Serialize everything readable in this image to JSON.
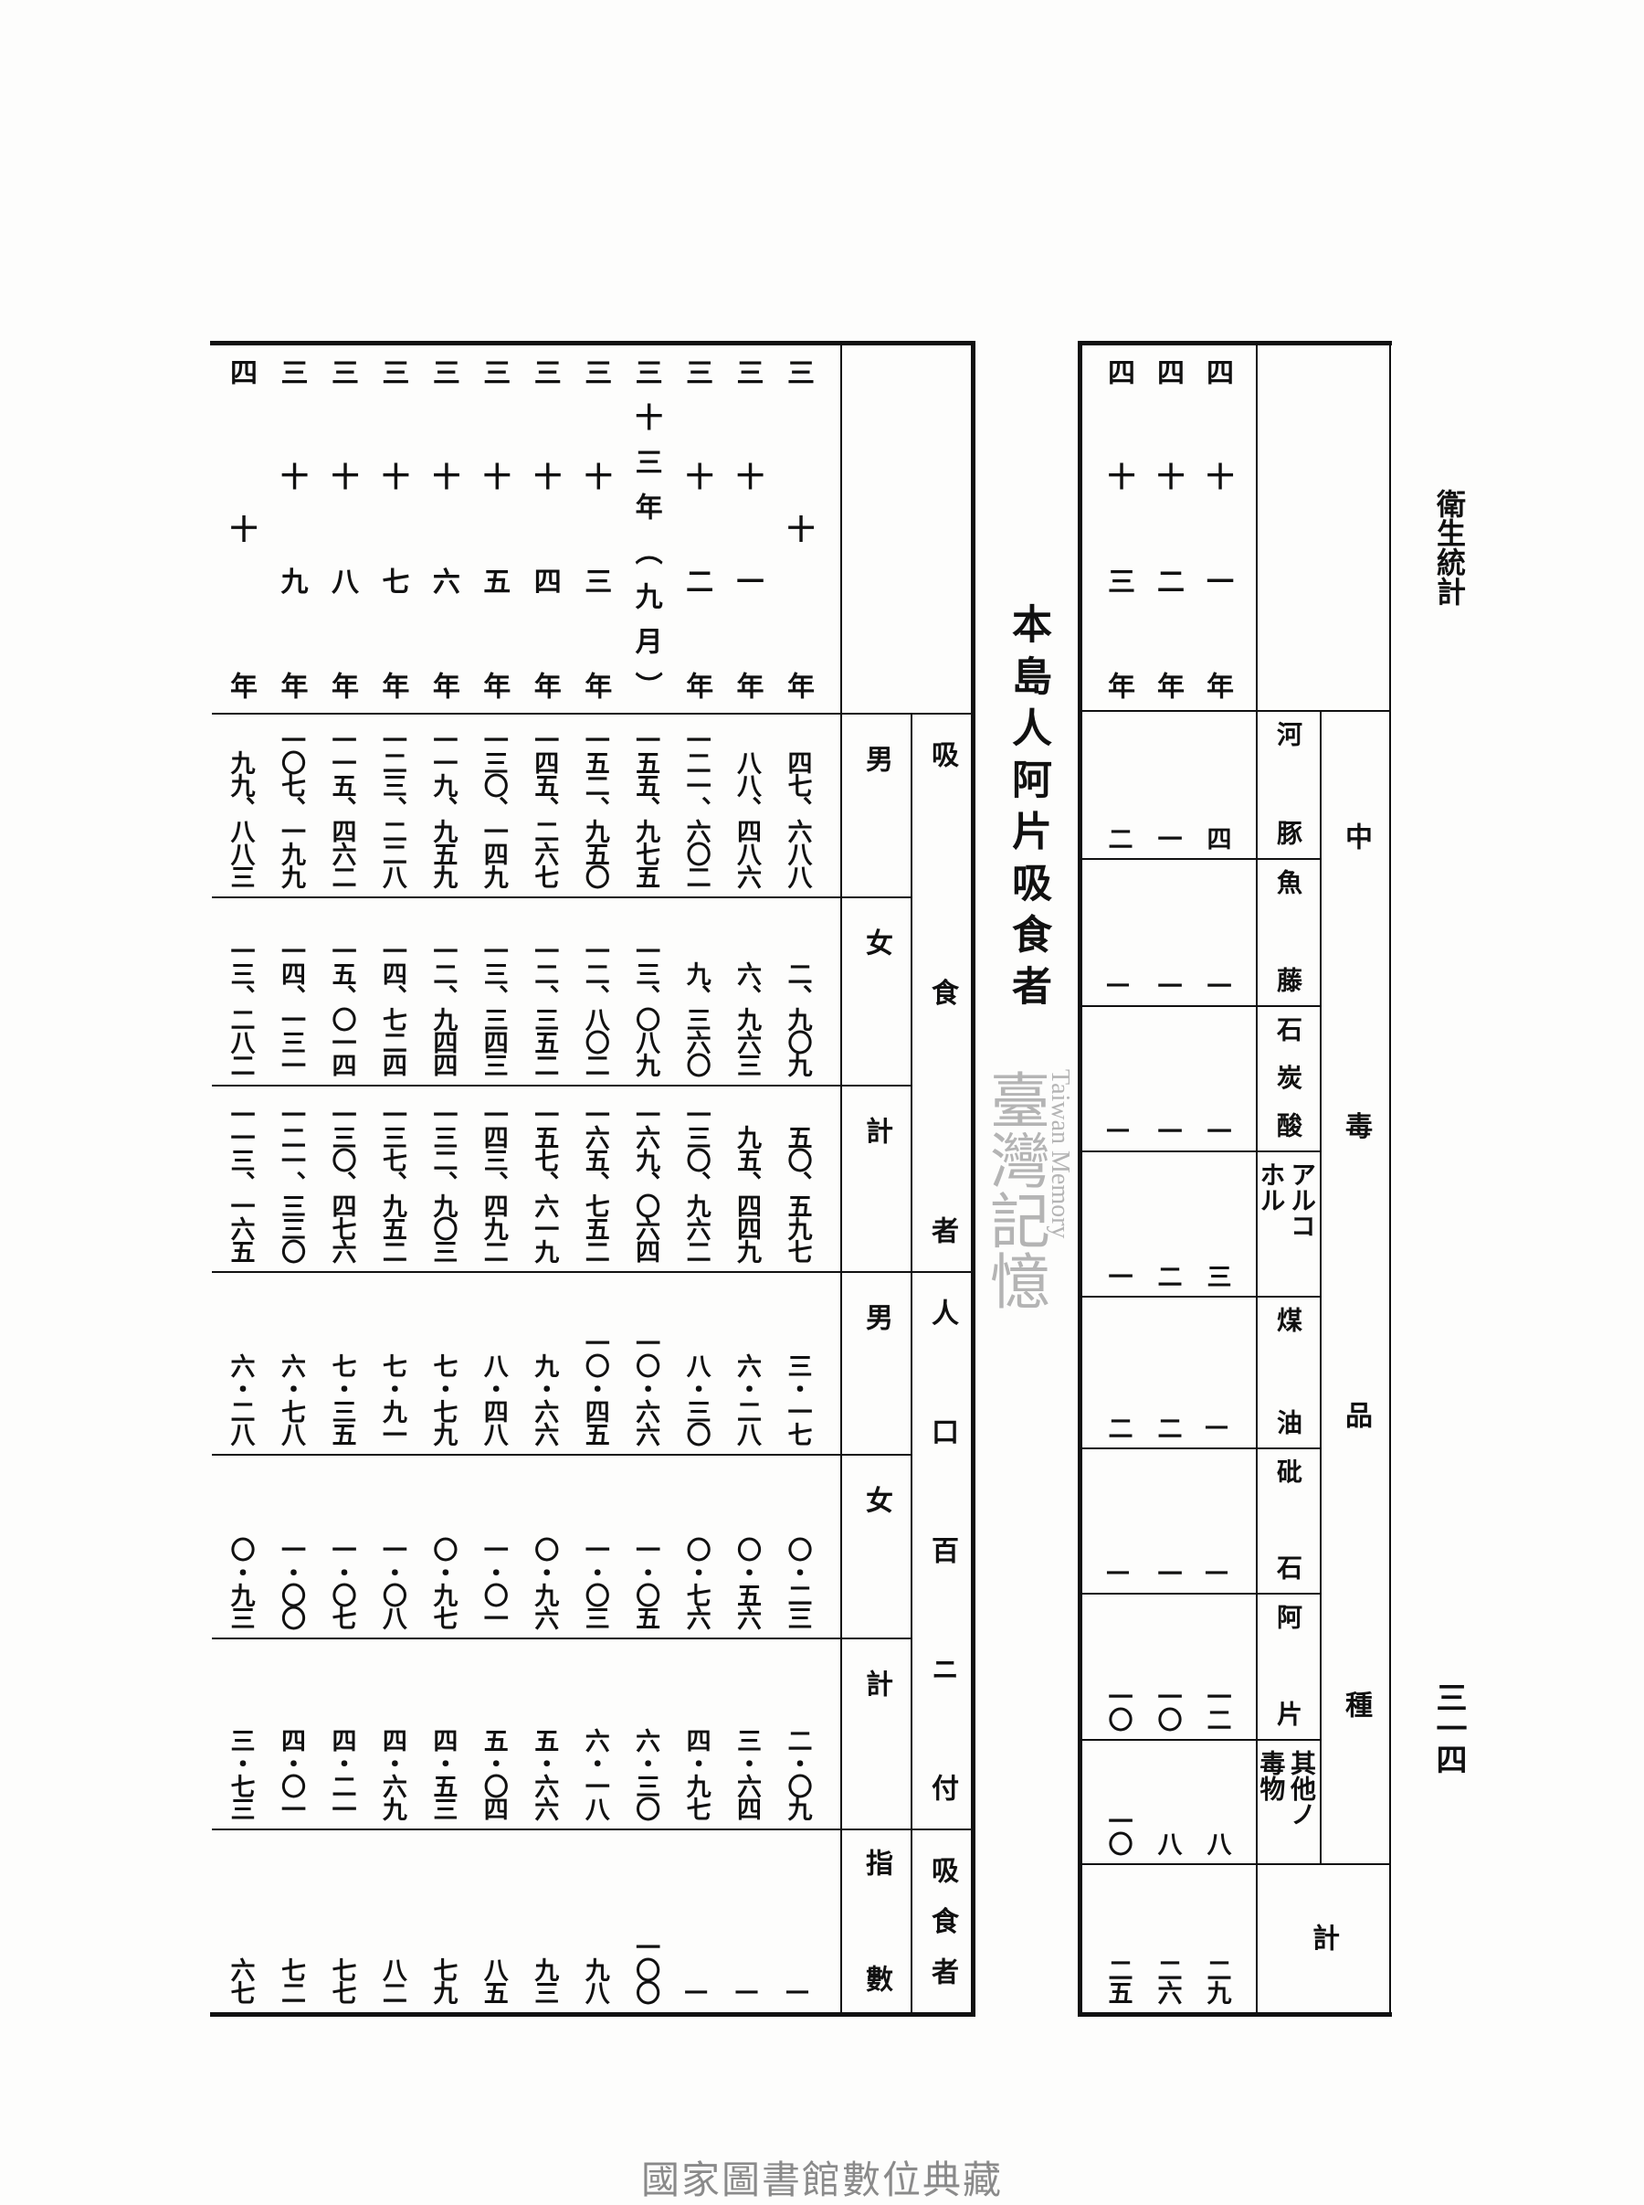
{
  "running_head": "衛生統計",
  "page_number": "三一四",
  "opium_table": {
    "title": "本島人阿片吸食者",
    "years": [
      "三十年",
      "三十一年",
      "三十二年",
      "三十三年（九月）",
      "三十三年",
      "三十四年",
      "三十五年",
      "三十六年",
      "三十七年",
      "三十八年",
      "三十九年",
      "四十年"
    ],
    "groups": [
      {
        "label": "吸食者",
        "rows": [
          {
            "label": "男",
            "values": [
              "四七、六八八",
              "八八、四八六",
              "一二一、六〇二",
              "一五五、九七五",
              "一五二、九五〇",
              "一四五、二六七",
              "一三〇、一四九",
              "一一九、九五九",
              "一二三、二二八",
              "一一五、四六二",
              "一〇七、一九九",
              "九九、八八三"
            ]
          },
          {
            "label": "女",
            "values": [
              "二、九〇九",
              "六、九六三",
              "九、三六〇",
              "一三、〇八九",
              "一二、八〇二",
              "一二、三五二",
              "一三、三四三",
              "一二、九四四",
              "一四、七二四",
              "一五、〇一四",
              "一四、一三一",
              "一三、二八二"
            ]
          },
          {
            "label": "計",
            "values": [
              "五〇、五九七",
              "九五、四四九",
              "一三〇、九六二",
              "一六九、〇六四",
              "一六五、七五二",
              "一五七、六一九",
              "一四三、四九二",
              "一三二、九〇三",
              "一三七、九五二",
              "一三〇、四七六",
              "一二一、三三〇",
              "一一三、一六五"
            ]
          }
        ]
      },
      {
        "label": "人口百ニ付",
        "rows": [
          {
            "label": "男",
            "values": [
              "三・一七",
              "六・二八",
              "八・三〇",
              "一〇・六六",
              "一〇・四五",
              "九・六六",
              "八・四八",
              "七・七九",
              "七・九一",
              "七・三五",
              "六・七八",
              "六・二八"
            ]
          },
          {
            "label": "女",
            "values": [
              "〇・二三",
              "〇・五六",
              "〇・七六",
              "一・〇五",
              "一・〇三",
              "〇・九六",
              "一・〇一",
              "〇・九七",
              "一・〇八",
              "一・〇七",
              "一・〇〇",
              "〇・九三"
            ]
          },
          {
            "label": "計",
            "values": [
              "二・〇九",
              "三・六四",
              "四・九七",
              "六・三〇",
              "六・一八",
              "五・六六",
              "五・〇四",
              "四・五三",
              "四・六九",
              "四・二一",
              "四・〇一",
              "三・七三"
            ]
          }
        ]
      },
      {
        "label": "吸食者",
        "rows": [
          {
            "label": "指數",
            "values": [
              "—",
              "—",
              "—",
              "一〇〇",
              "九八",
              "九三",
              "八五",
              "七九",
              "八二",
              "七七",
              "七二",
              "六七"
            ]
          }
        ]
      }
    ]
  },
  "poison_table": {
    "group_label": "中毒品種",
    "total_label": "計",
    "years": [
      "四十一年",
      "四十二年",
      "四十三年"
    ],
    "categories": [
      {
        "label": "河豚",
        "values": [
          "四",
          "一",
          "二"
        ]
      },
      {
        "label": "魚藤",
        "values": [
          "一",
          "一",
          "—"
        ]
      },
      {
        "label": "石炭酸",
        "values": [
          "一",
          "一",
          "—"
        ]
      },
      {
        "label": "アルコホル",
        "values": [
          "三",
          "二",
          "一"
        ]
      },
      {
        "label": "煤油",
        "values": [
          "—",
          "二",
          "二"
        ]
      },
      {
        "label": "砒石",
        "values": [
          "—",
          "一",
          "—"
        ]
      },
      {
        "label": "阿片",
        "values": [
          "一二",
          "一〇",
          "一〇"
        ]
      },
      {
        "label": "其他ノ毒物",
        "values": [
          "八",
          "八",
          "一〇"
        ]
      }
    ],
    "totals": [
      "二九",
      "二六",
      "二五"
    ]
  },
  "watermark": {
    "cjk": "臺灣記憶",
    "en": "Taiwan Memory"
  },
  "footer": "國家圖書館數位典藏"
}
